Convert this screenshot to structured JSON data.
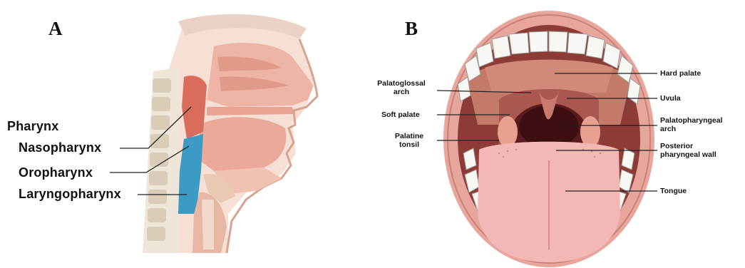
{
  "panel_a": {
    "letter": "A",
    "heading": "Pharynx",
    "labels": [
      "Nasopharynx",
      "Oropharynx",
      "Laryngopharynx"
    ]
  },
  "panel_b": {
    "letter": "B",
    "labels": {
      "palatoglossal_arch_1": "Palatoglossal",
      "palatoglossal_arch_2": "arch",
      "soft_palate": "Soft palate",
      "palatine_tonsil_1": "Palatine",
      "palatine_tonsil_2": "tonsil",
      "hard_palate": "Hard palate",
      "uvula": "Uvula",
      "palatopharyngeal_arch_1": "Palatopharyngeal",
      "palatopharyngeal_arch_2": "arch",
      "posterior_pharyngeal_wall_1": "Posterior",
      "posterior_pharyngeal_wall_2": "pharyngeal wall",
      "tongue": "Tongue"
    }
  },
  "colors": {
    "skin": "#f2c2b0",
    "tissue": "#e8a696",
    "pharynx_highlight": "#3b9bc4",
    "lip": "#d98e86",
    "tongue": "#f3b8b6",
    "throat": "#5a1a1e",
    "teeth": "#f7f7f4"
  }
}
